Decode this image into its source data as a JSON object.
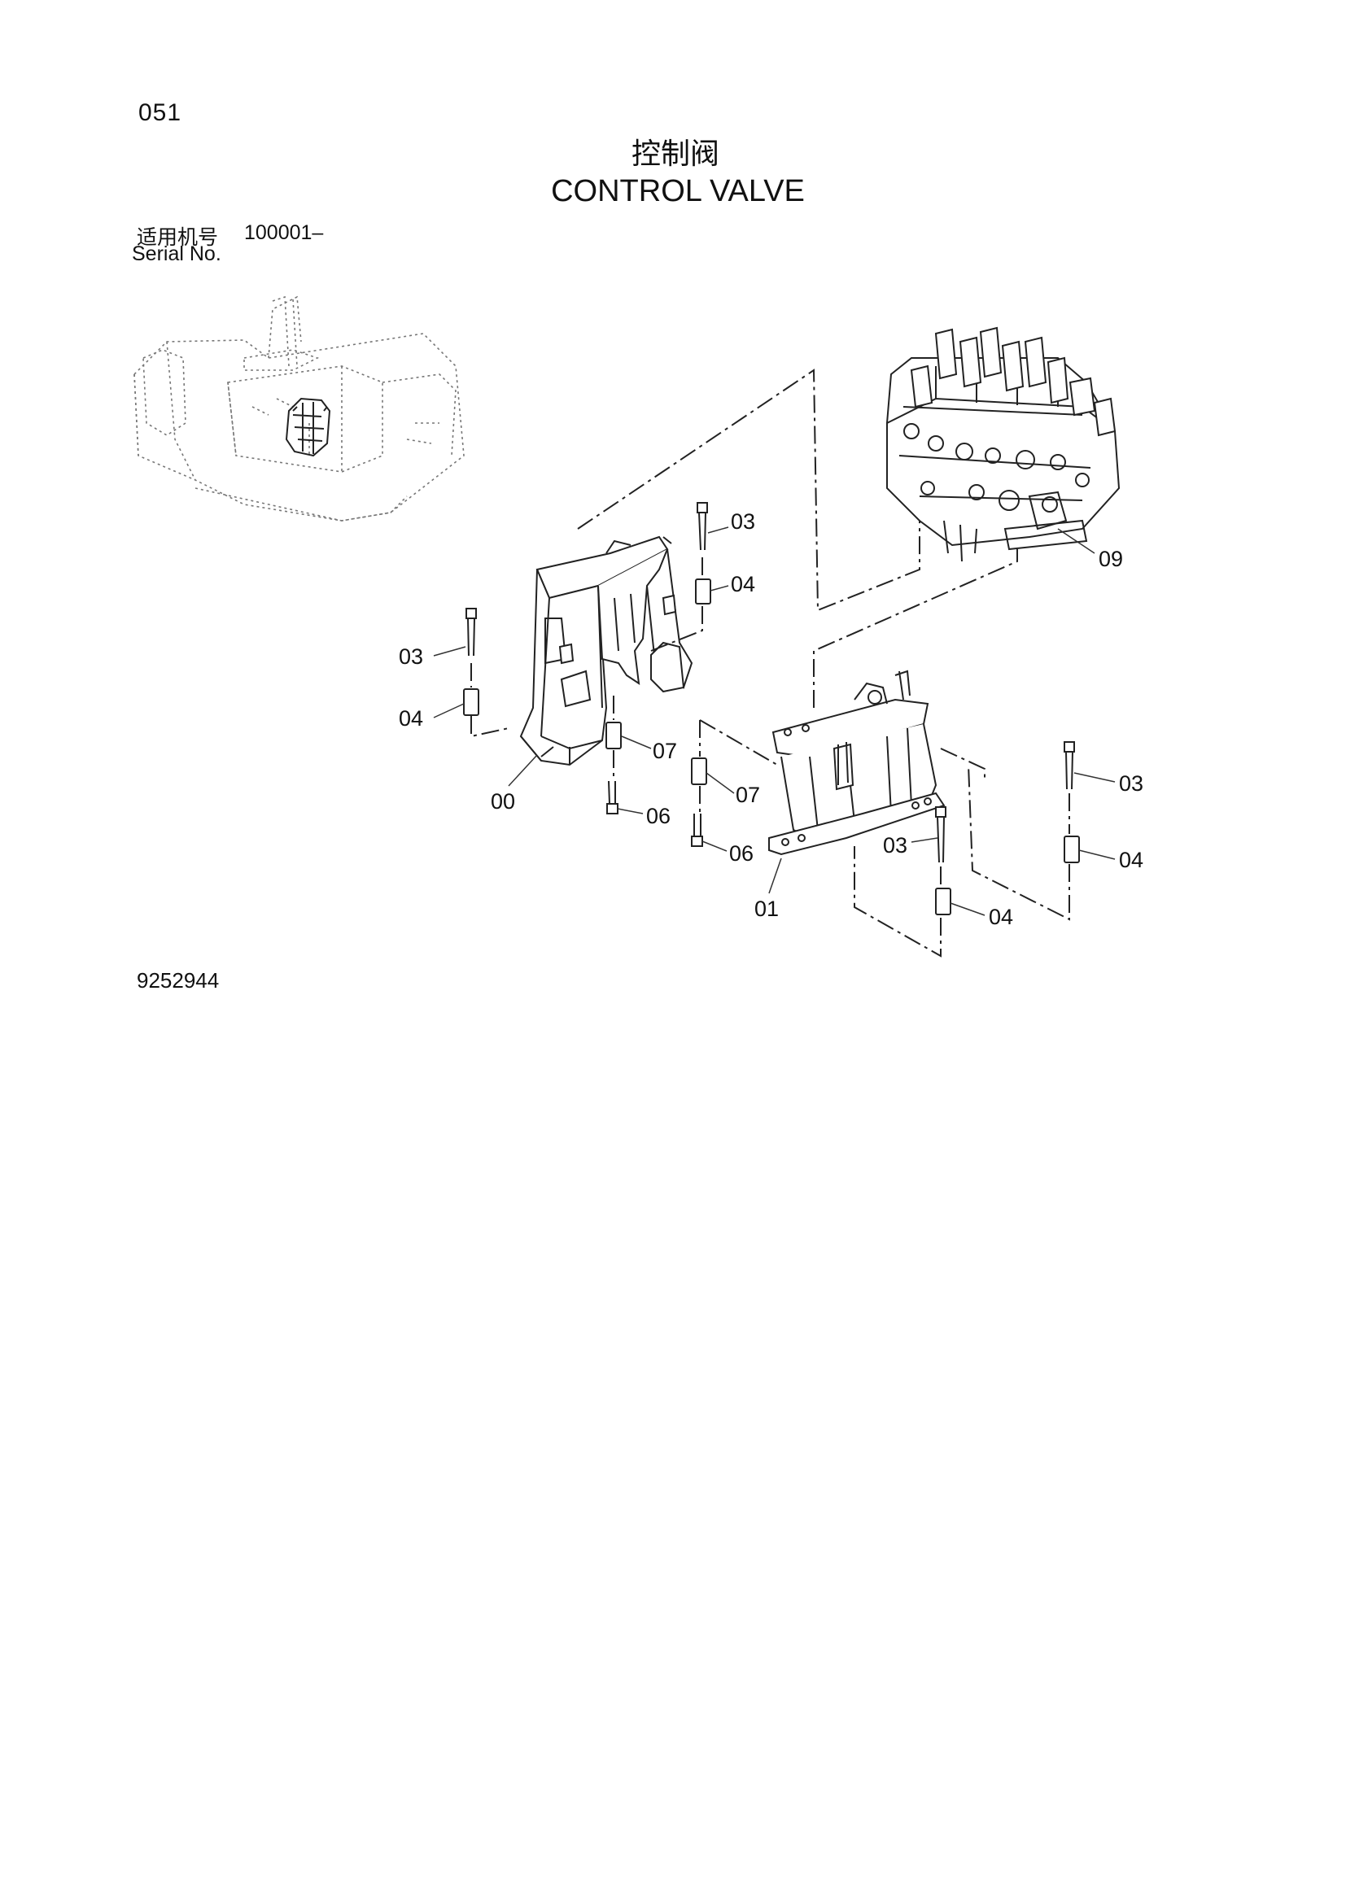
{
  "page_number": "051",
  "title_cn": "控制阀",
  "title_en": "CONTROL VALVE",
  "serial": {
    "label_cn": "适用机号",
    "range": "100001–",
    "label_en": "Serial No."
  },
  "drawing_number": "9252944",
  "callouts": [
    {
      "id": "c1",
      "text": "03"
    },
    {
      "id": "c2",
      "text": "04"
    },
    {
      "id": "c3",
      "text": "09"
    },
    {
      "id": "c4",
      "text": "03"
    },
    {
      "id": "c5",
      "text": "04"
    },
    {
      "id": "c6",
      "text": "07"
    },
    {
      "id": "c7",
      "text": "00"
    },
    {
      "id": "c8",
      "text": "06"
    },
    {
      "id": "c9",
      "text": "07"
    },
    {
      "id": "c10",
      "text": "06"
    },
    {
      "id": "c11",
      "text": "03"
    },
    {
      "id": "c12",
      "text": "04"
    },
    {
      "id": "c13",
      "text": "03"
    },
    {
      "id": "c14",
      "text": "01"
    },
    {
      "id": "c15",
      "text": "04"
    }
  ]
}
